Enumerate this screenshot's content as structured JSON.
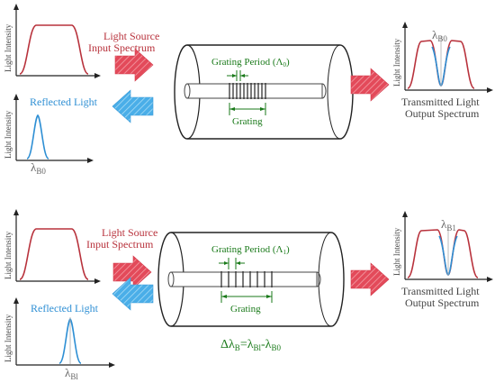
{
  "axis_label": "Light Intensity",
  "colors": {
    "spectrum": "#b8323c",
    "reflected": "#2e8fd4",
    "grating": "#1a7a1a",
    "arrow_red": "#e34a5a",
    "arrow_blue": "#4aaee8",
    "axis": "#222222"
  },
  "panels": [
    {
      "source_label_line1": "Light Source",
      "source_label_line2": "Input Spectrum",
      "reflected_label": "Reflected Light",
      "grating_period_label": "Grating Period (Λ",
      "grating_period_sub": "0",
      "grating_label": "Grating",
      "transmitted_line1": "Transmitted Light",
      "transmitted_line2": "Output Spectrum",
      "lambda_main": "λ",
      "lambda_sub": "B0"
    },
    {
      "source_label_line1": "Light Source",
      "source_label_line2": "Input Spectrum",
      "reflected_label": "Reflected Light",
      "grating_period_label": "Grating Period (Λ",
      "grating_period_sub": "1",
      "grating_label": "Grating",
      "transmitted_line1": "Transmitted Light",
      "transmitted_line2": "Output Spectrum",
      "lambda_main": "λ",
      "lambda_sub": "B1",
      "reflected_lambda_sub": "Bl"
    }
  ],
  "equation": {
    "delta": "Δλ",
    "sub1": "B",
    "eq": "=λ",
    "sub2": "Bl",
    "minus": "-λ",
    "sub3": "B0"
  }
}
